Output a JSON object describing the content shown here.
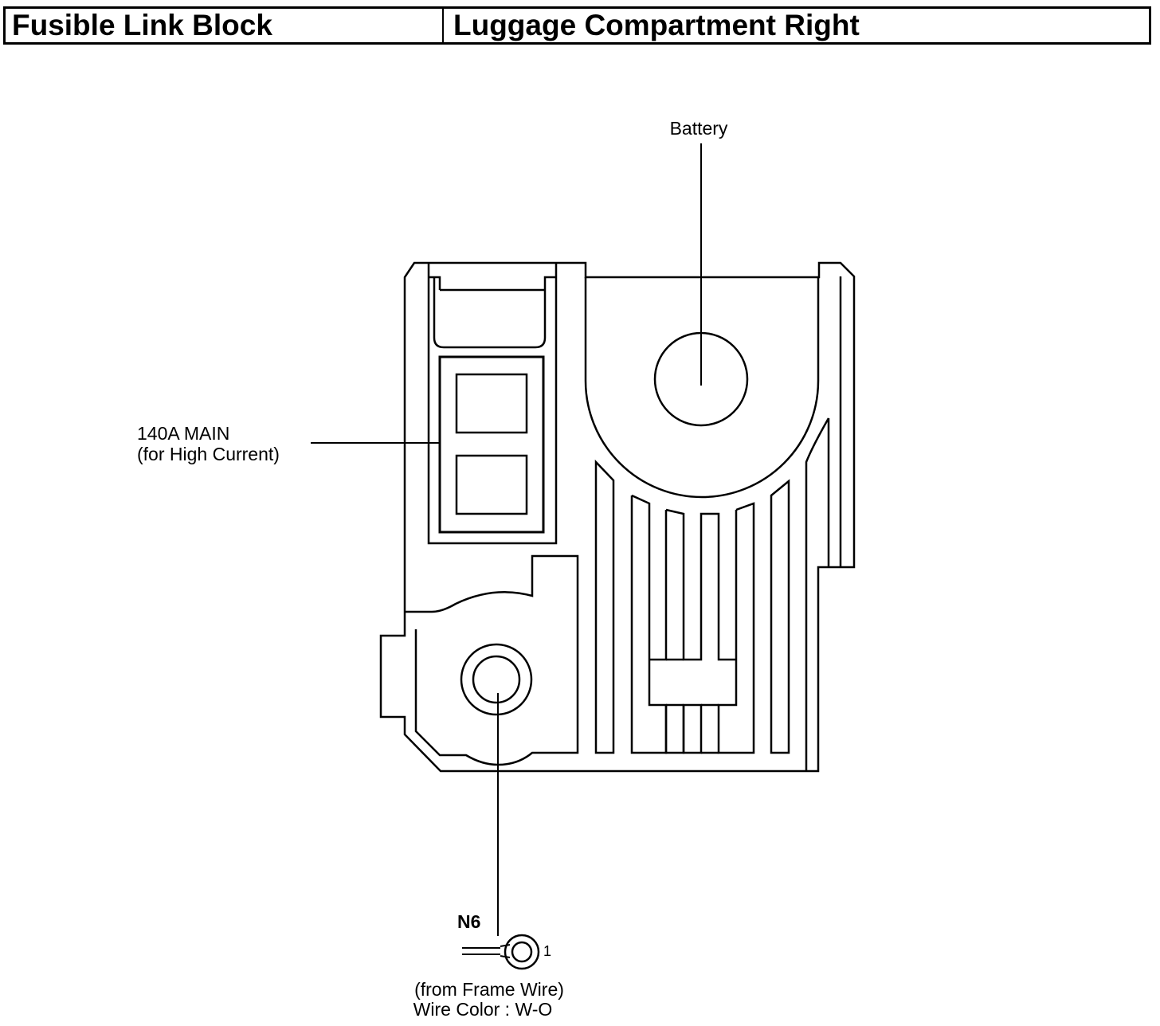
{
  "header": {
    "component": "Fusible Link Block",
    "location": "Luggage Compartment Right"
  },
  "labels": {
    "battery": "Battery",
    "fuse_line1": "140A MAIN",
    "fuse_line2": "(for High Current)",
    "connector_id": "N6",
    "terminal_number": "1",
    "source_note": "(from Frame Wire)",
    "wire_color": "Wire Color : W-O"
  }
}
